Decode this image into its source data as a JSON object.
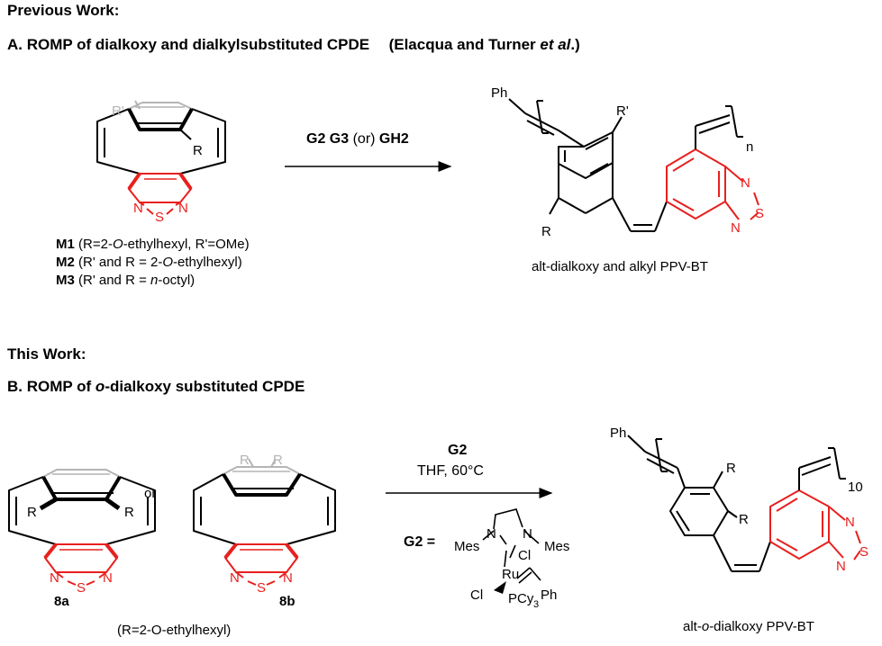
{
  "section_a": {
    "prev_header": "Previous Work:",
    "title_main": "A. ROMP of dialkoxy and dialkylsubstituted CPDE",
    "title_credit_pre": "(Elacqua and Turner ",
    "title_credit_em": "et al",
    "title_credit_post": ".)",
    "catalysts_bold1": "G2 G3",
    "catalysts_mid": " (or) ",
    "catalysts_bold2": "GH2",
    "monomer_list": [
      {
        "id": "M1",
        "pre": " (R=2-",
        "em": "O",
        "post": "-ethylhexyl, R'=OMe)"
      },
      {
        "id": "M2",
        "pre": " (R' and R = 2-",
        "em": "O",
        "post": "-ethylhexyl)"
      },
      {
        "id": "M3",
        "pre": " (R' and R = ",
        "em": "n",
        "post": "-octyl)"
      }
    ],
    "product_caption": "alt-dialkoxy and alkyl PPV-BT",
    "atoms": {
      "R": "R",
      "Rp": "R'",
      "N": "N",
      "S": "S",
      "Ph": "Ph",
      "n": "n"
    }
  },
  "section_b": {
    "this_header": "This Work:",
    "title_pre": "B. ROMP of ",
    "title_em": "o",
    "title_post": "-dialkoxy substituted CPDE",
    "or_text": "or",
    "label_8a": "8a",
    "label_8b": "8b",
    "r_def": "(R=2-O-ethylhexyl)",
    "catalyst": "G2",
    "conditions": "THF, 60°C",
    "g2_eq": "G2 =",
    "g2_atoms": {
      "mes": "Mes",
      "n": "N",
      "ru": "Ru",
      "cl": "Cl",
      "pcy": "PCy",
      "sub3": "3",
      "ph": "Ph"
    },
    "product_caption_pre": "alt-",
    "product_caption_em": "o",
    "product_caption_post": "-dialkoxy PPV-BT",
    "subscript": "10",
    "atoms": {
      "R": "R",
      "N": "N",
      "S": "S",
      "Ph": "Ph"
    }
  },
  "colors": {
    "highlight": "#e8201e",
    "grey": "#b4b4b4",
    "bond": "#000000"
  }
}
